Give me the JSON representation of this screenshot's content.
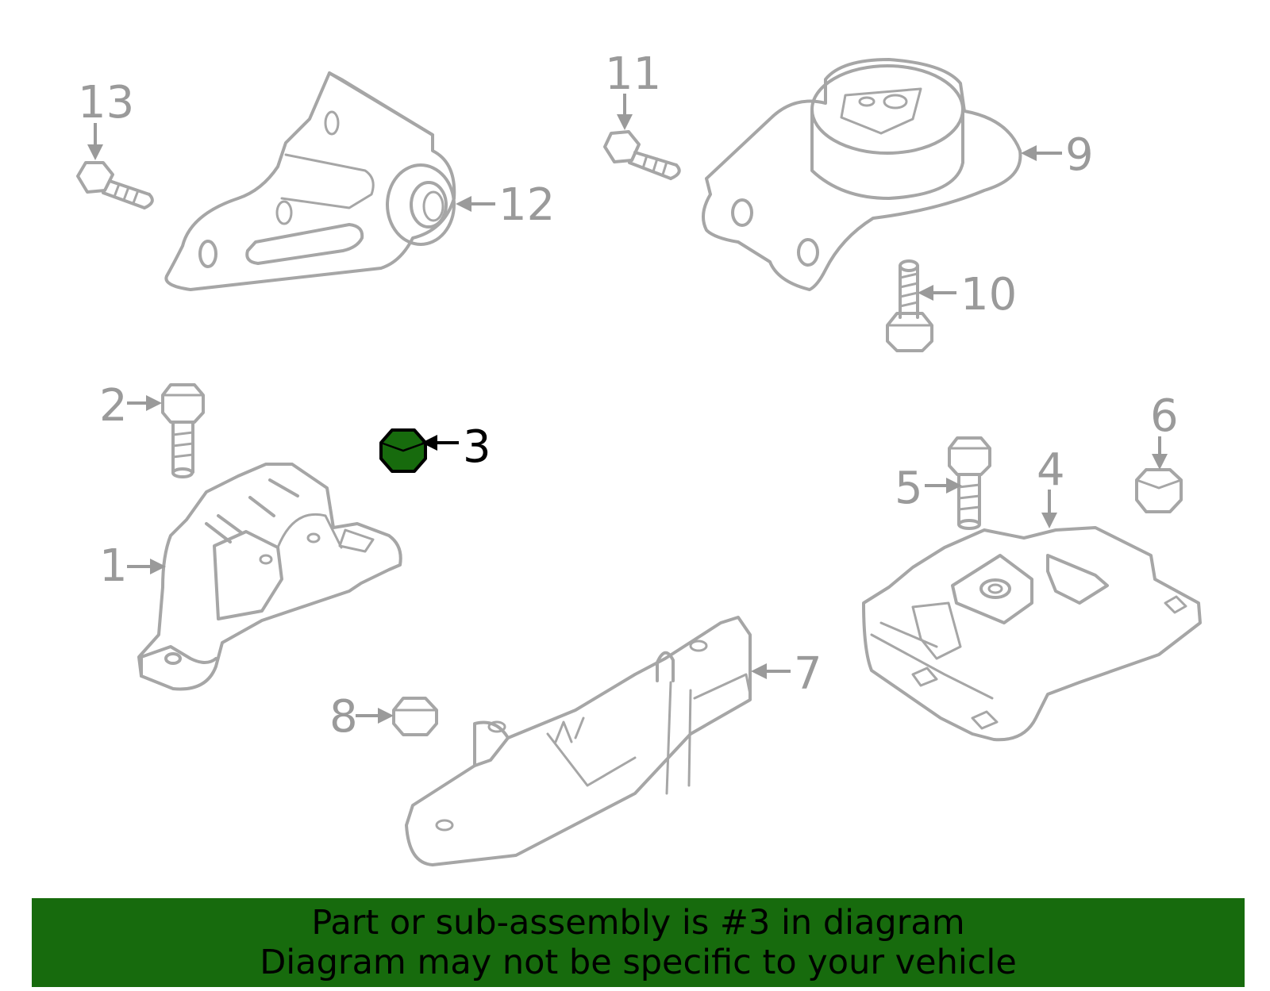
{
  "callouts": {
    "c1": "1",
    "c2": "2",
    "c3": "3",
    "c4": "4",
    "c5": "5",
    "c6": "6",
    "c7": "7",
    "c8": "8",
    "c9": "9",
    "c10": "10",
    "c11": "11",
    "c12": "12",
    "c13": "13"
  },
  "highlighted_part": "3",
  "colors": {
    "highlight_fill": "#176b0d",
    "part_stroke": "#a6a6a6",
    "label_gray": "#9a9a9a",
    "banner_bg": "#176b0d"
  },
  "banner": {
    "line1": "Part or sub-assembly is #3 in diagram",
    "line2": "Diagram may not be specific to your vehicle"
  }
}
